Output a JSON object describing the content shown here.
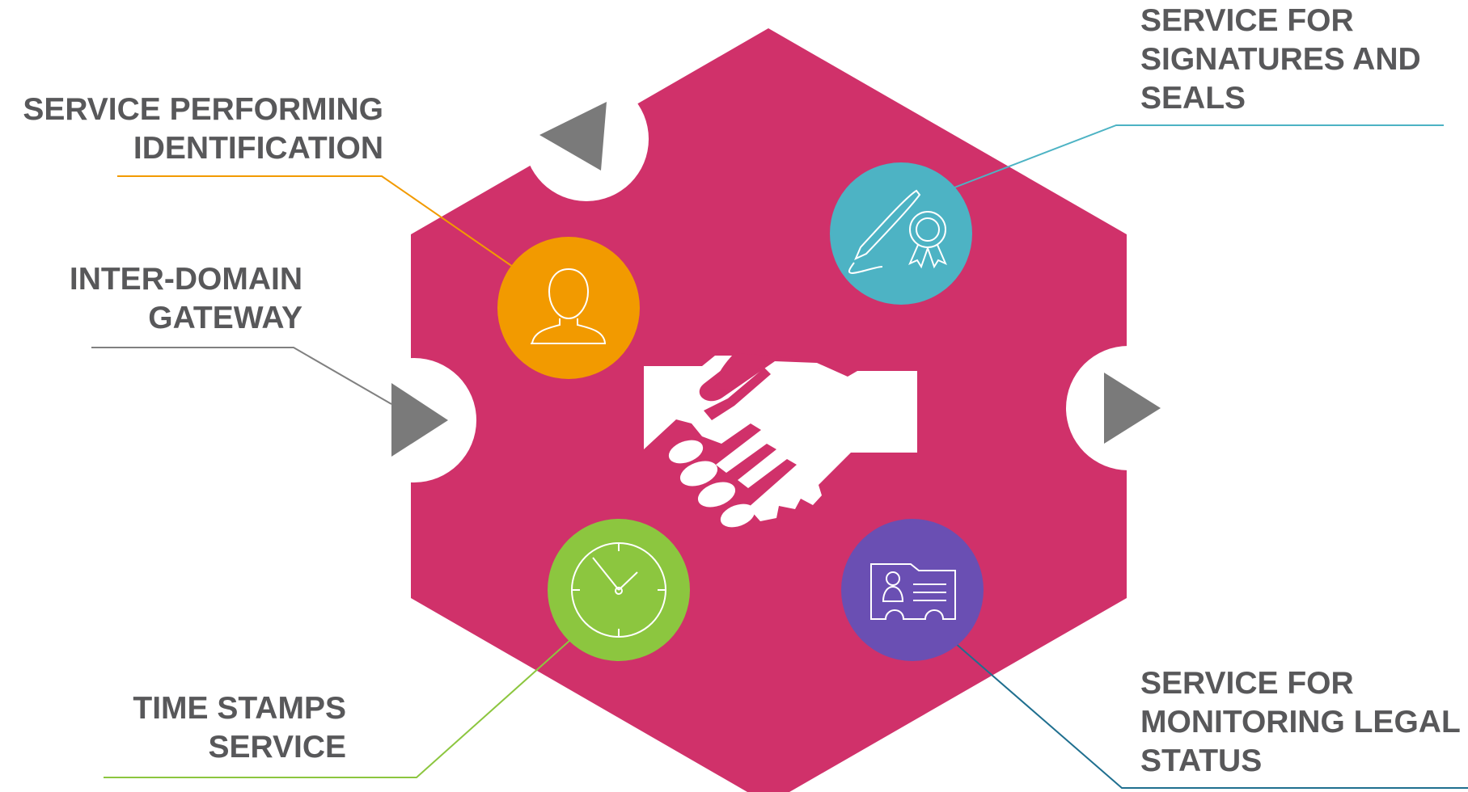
{
  "labels": {
    "identification": {
      "lines": [
        "SERVICE PERFORMING",
        "IDENTIFICATION"
      ],
      "line_color": "#f29a00",
      "circle_color": "#f29a00",
      "icon": "user-icon"
    },
    "gateway": {
      "lines": [
        "INTER-DOMAIN",
        "GATEWAY"
      ],
      "line_color": "#808080",
      "icon": "arrow-right-icon"
    },
    "time_stamps": {
      "lines": [
        "TIME STAMPS",
        "SERVICE"
      ],
      "line_color": "#8cc63f",
      "circle_color": "#8cc63f",
      "icon": "clock-icon"
    },
    "signatures": {
      "lines": [
        "SERVICE FOR",
        "SIGNATURES AND",
        "SEALS"
      ],
      "line_color": "#4db3c4",
      "circle_color": "#4db3c4",
      "icon": "quill-and-seal-icon"
    },
    "legal_status": {
      "lines": [
        "SERVICE FOR",
        "MONITORING LEGAL",
        "STATUS"
      ],
      "line_color": "#1f6f8f",
      "circle_color": "#6a4fb3",
      "icon": "id-card-icon"
    }
  },
  "center_icon": "handshake-icon",
  "colors": {
    "hexagon": "#d0316a",
    "label_text": "#58585a",
    "arrow": "#7a7a7a"
  }
}
